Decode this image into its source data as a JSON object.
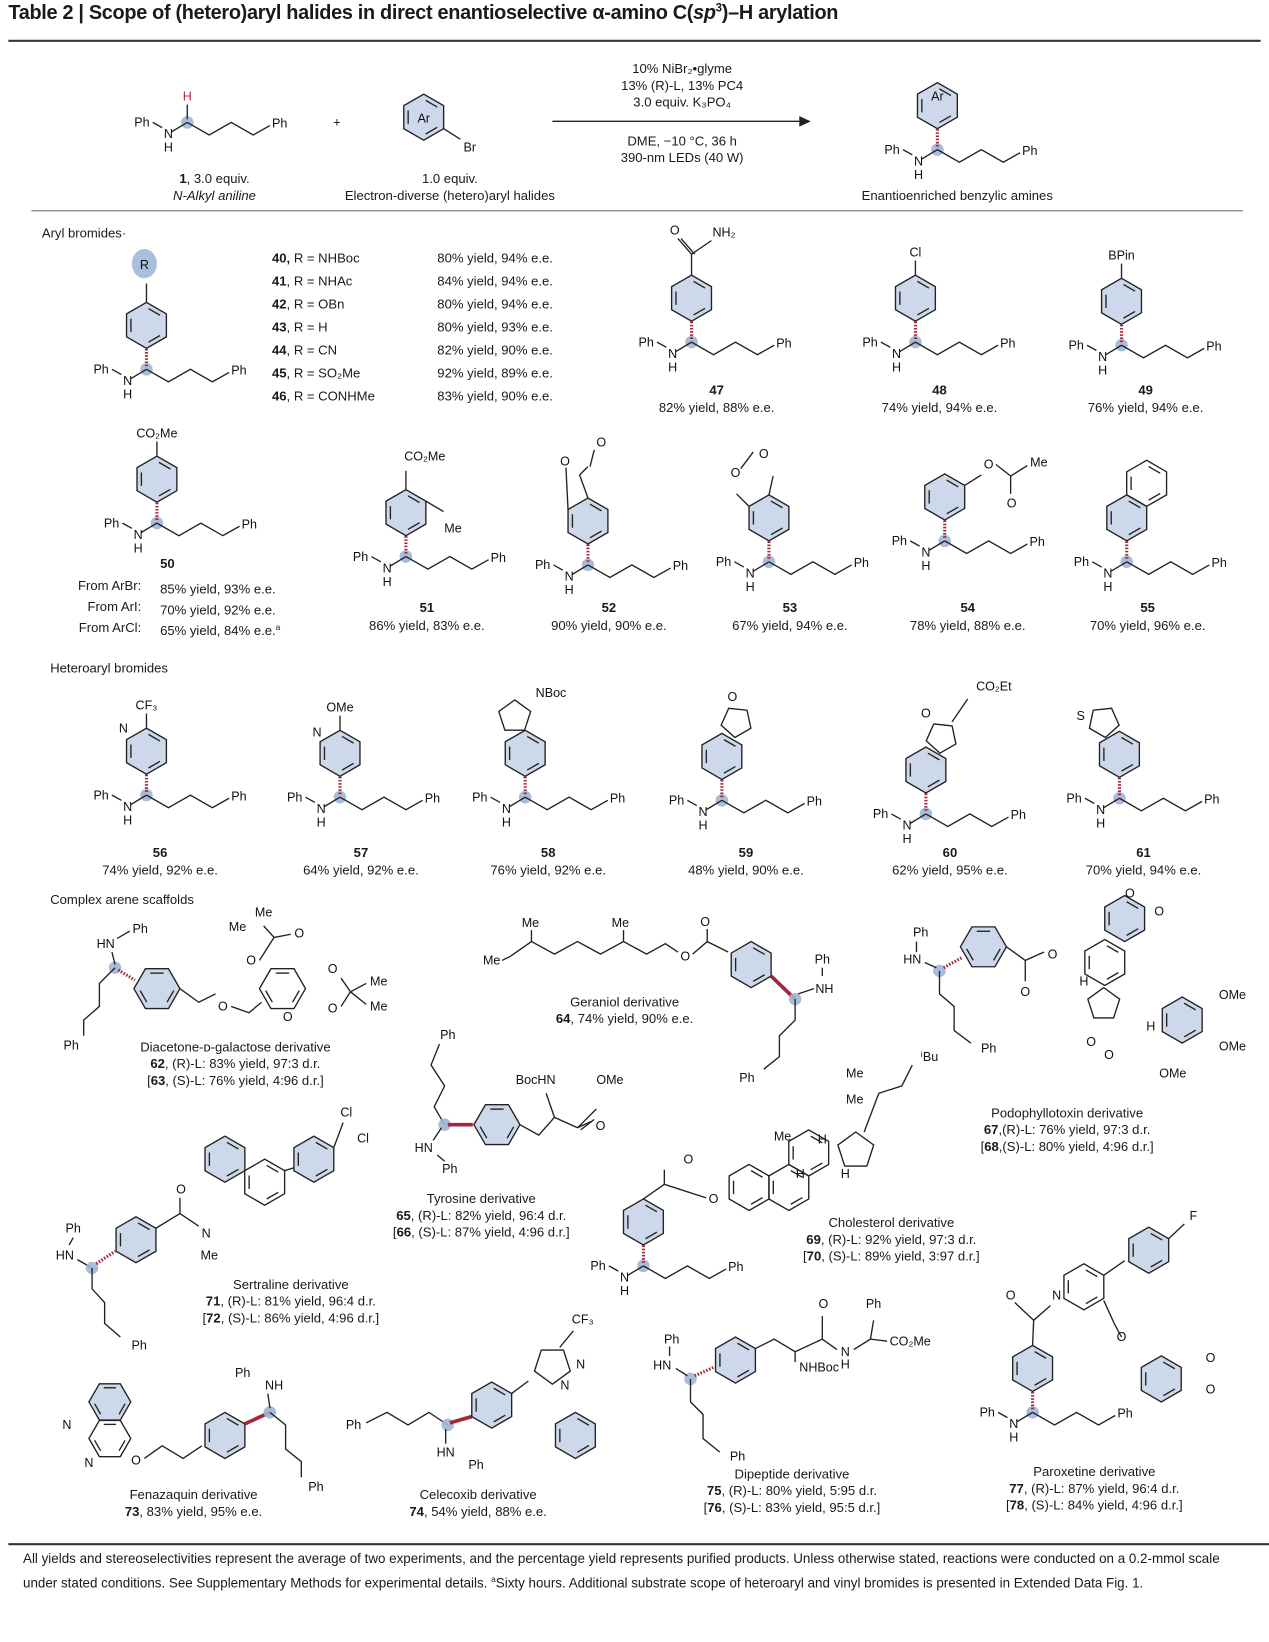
{
  "title": {
    "part1": "Table 2 | Scope of (hetero)aryl halides in direct enantioselective α-amino C(",
    "sp": "sp",
    "sup": "3",
    "part2": ")–H arylation"
  },
  "scheme": {
    "reactant1_num": "1",
    "reactant1_equiv": ", 3.0 equiv.",
    "reactant1_name": "N-Alkyl aniline",
    "reactant2_equiv": "1.0 equiv.",
    "reactant2_name": "Electron-diverse (hetero)aryl halides",
    "conditions_above": [
      "10% NiBr₂•glyme",
      "13% (R)-L, 13% PC4",
      "3.0 equiv. K₃PO₄"
    ],
    "conditions_below": [
      "DME, −10 °C, 36 h",
      "390-nm LEDs (40 W)"
    ],
    "product_name": "Enantioenriched benzylic amines"
  },
  "atoms": {
    "Ph": "Ph",
    "N": "N",
    "H": "H",
    "Ar": "Ar",
    "Br": "Br",
    "R": "R",
    "O": "O",
    "NH2": "NH₂",
    "Cl": "Cl",
    "BPin": "BPin",
    "CO2Me": "CO₂Me",
    "Me": "Me",
    "NBoc": "NBoc",
    "OMe": "OMe",
    "CF3": "CF₃",
    "S": "S",
    "CO2Et": "CO₂Et",
    "HN": "HN",
    "NH": "NH",
    "BocHN": "BocHN",
    "NHBoc": "NHBoc",
    "F": "F",
    "iBu": "ⁱBu",
    "plus": "+"
  },
  "sections": {
    "aryl": "Aryl bromides·",
    "heteroaryl": "Heteroaryl bromides",
    "complex": "Complex arene scaffolds"
  },
  "aryl_table": [
    {
      "num": "40,",
      "r": " R = NHBoc",
      "result": "80% yield, 94% e.e."
    },
    {
      "num": "41",
      "r": ", R = NHAc",
      "result": "84% yield, 94% e.e."
    },
    {
      "num": "42",
      "r": ", R = OBn",
      "result": "80% yield, 94% e.e."
    },
    {
      "num": "43",
      "r": ", R = H",
      "result": "80% yield, 93% e.e."
    },
    {
      "num": "44",
      "r": ", R = CN",
      "result": "82% yield, 90% e.e."
    },
    {
      "num": "45",
      "r": ", R = SO₂Me",
      "result": "92% yield, 89% e.e."
    },
    {
      "num": "46",
      "r": ", R = CONHMe",
      "result": "83% yield, 90% e.e."
    }
  ],
  "compounds": {
    "47": {
      "num": "47",
      "result": "82% yield, 88% e.e."
    },
    "48": {
      "num": "48",
      "result": "74% yield, 94% e.e."
    },
    "49": {
      "num": "49",
      "result": "76% yield, 94% e.e."
    },
    "51": {
      "num": "51",
      "result": "86% yield, 83% e.e."
    },
    "52": {
      "num": "52",
      "result": "90% yield, 90% e.e."
    },
    "53": {
      "num": "53",
      "result": "67% yield, 94% e.e."
    },
    "54": {
      "num": "54",
      "result": "78% yield, 88% e.e."
    },
    "55": {
      "num": "55",
      "result": "70% yield, 96% e.e."
    },
    "56": {
      "num": "56",
      "result": "74% yield, 92% e.e."
    },
    "57": {
      "num": "57",
      "result": "64% yield, 92% e.e."
    },
    "58": {
      "num": "58",
      "result": "76% yield, 92% e.e."
    },
    "59": {
      "num": "59",
      "result": "48% yield, 90% e.e."
    },
    "60": {
      "num": "60",
      "result": "62% yield, 95% e.e."
    },
    "61": {
      "num": "61",
      "result": "70% yield, 94% e.e."
    }
  },
  "c50": {
    "num": "50",
    "rows": [
      {
        "source": "From ArBr:",
        "result": "85% yield, 93% e.e.",
        "note": ""
      },
      {
        "source": "From ArI:",
        "result": "70% yield, 92% e.e.",
        "note": ""
      },
      {
        "source": "From ArCl:",
        "result": "65% yield, 84% e.e.",
        "note": "a"
      }
    ]
  },
  "complex": {
    "62": {
      "name": "Diacetone-ᴅ-galactose derivative",
      "lines": [
        {
          "pre": "",
          "num": "62",
          "rest": ", (R)-L: 83% yield, 97:3 d.r."
        },
        {
          "pre": "[",
          "num": "63",
          "rest": ", (S)-L: 76% yield, 4:96 d.r.]"
        }
      ]
    },
    "64": {
      "name": "Geraniol derivative",
      "lines": [
        {
          "pre": "",
          "num": "64",
          "rest": ", 74% yield, 90% e.e."
        }
      ]
    },
    "67": {
      "name": "Podophyllotoxin derivative",
      "lines": [
        {
          "pre": "",
          "num": "67",
          "rest": ",(R)-L: 76% yield, 97:3 d.r."
        },
        {
          "pre": "[",
          "num": "68",
          "rest": ",(S)-L: 80% yield, 4:96 d.r.]"
        }
      ]
    },
    "65": {
      "name": "Tyrosine derivative",
      "lines": [
        {
          "pre": "",
          "num": "65",
          "rest": ", (R)-L: 82% yield, 96:4 d.r."
        },
        {
          "pre": "[",
          "num": "66",
          "rest": ", (S)-L: 87% yield, 4:96 d.r.]"
        }
      ]
    },
    "69": {
      "name": "Cholesterol derivative",
      "lines": [
        {
          "pre": "",
          "num": "69",
          "rest": ", (R)-L: 92% yield, 97:3 d.r."
        },
        {
          "pre": "[",
          "num": "70",
          "rest": ", (S)-L: 89% yield, 3:97 d.r.]"
        }
      ]
    },
    "71": {
      "name": "Sertraline derivative",
      "lines": [
        {
          "pre": "",
          "num": "71",
          "rest": ", (R)-L: 81% yield, 96:4 d.r."
        },
        {
          "pre": "[",
          "num": "72",
          "rest": ", (S)-L: 86% yield, 4:96 d.r.]"
        }
      ]
    },
    "73": {
      "name": "Fenazaquin derivative",
      "lines": [
        {
          "pre": "",
          "num": "73",
          "rest": ", 83% yield, 95% e.e."
        }
      ]
    },
    "74": {
      "name": "Celecoxib derivative",
      "lines": [
        {
          "pre": "",
          "num": "74",
          "rest": ", 54% yield, 88% e.e."
        }
      ]
    },
    "75": {
      "name": "Dipeptide derivative",
      "lines": [
        {
          "pre": "",
          "num": "75",
          "rest": ", (R)-L: 80% yield, 5:95 d.r."
        },
        {
          "pre": "[",
          "num": "76",
          "rest": ", (S)-L: 83% yield, 95:5 d.r.]"
        }
      ]
    },
    "77": {
      "name": "Paroxetine derivative",
      "lines": [
        {
          "pre": "",
          "num": "77",
          "rest": ", (R)-L: 87% yield, 96:4 d.r."
        },
        {
          "pre": "[",
          "num": "78",
          "rest": ", (S)-L: 84% yield, 4:96 d.r.]"
        }
      ]
    }
  },
  "footer": {
    "text1": "All yields and stereoselectivities represent the average of two experiments, and the percentage yield represents purified products. Unless otherwise stated, reactions were conducted on a 0.2-mmol scale under stated conditions. See Supplementary Methods for experimental details. ",
    "note": "a",
    "text2": "Sixty hours. Additional substrate scope of heteroaryl and vinyl bromides is presented in Extended Data Fig. 1."
  }
}
